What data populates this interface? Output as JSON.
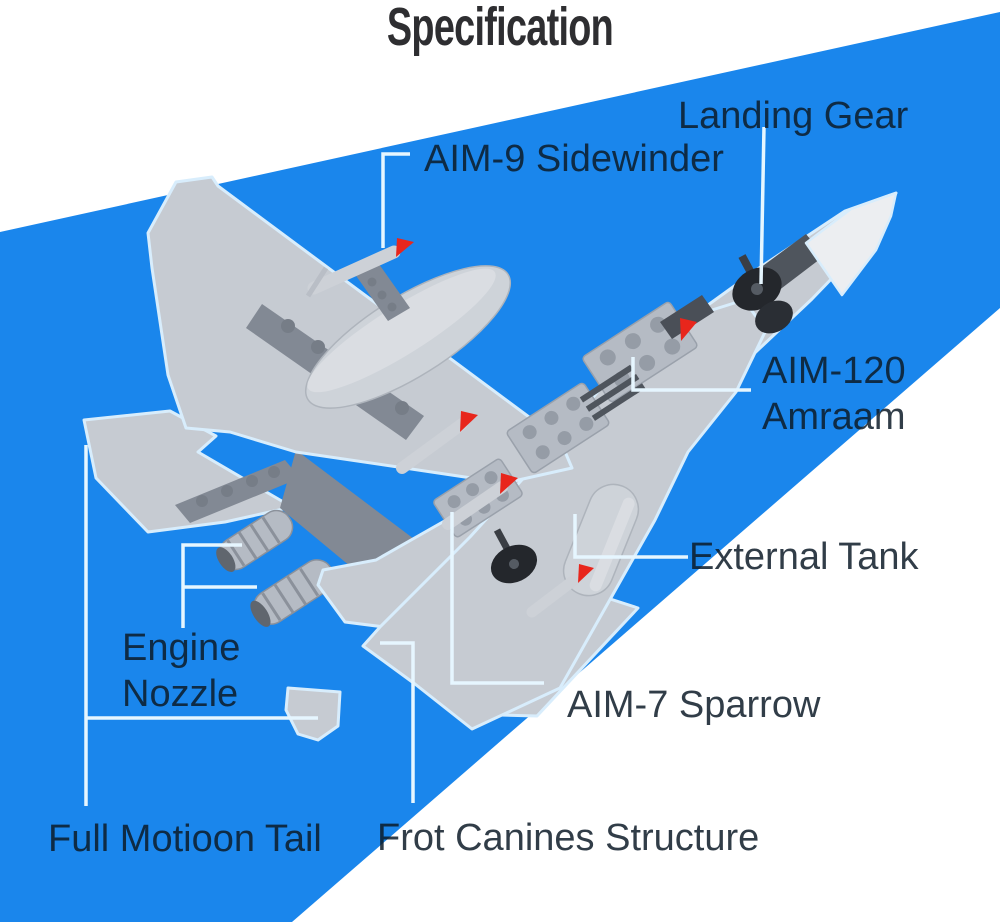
{
  "title": "Specification",
  "labels": [
    {
      "id": "landing-gear",
      "text": "Landing Gear"
    },
    {
      "id": "aim9-sidewinder",
      "text": "AIM-9 Sidewinder"
    },
    {
      "id": "aim120-amraam",
      "lines": [
        "AIM-120",
        "Amraam"
      ]
    },
    {
      "id": "external-tank",
      "text": "External Tank"
    },
    {
      "id": "aim7-sparrow",
      "text": "AIM-7 Sparrow"
    },
    {
      "id": "engine-nozzle",
      "lines": [
        "Engine",
        "Nozzle"
      ]
    },
    {
      "id": "full-motion-tail",
      "text": "Full Motioon Tail"
    },
    {
      "id": "front-canines",
      "text": "Frot Canines Structure"
    }
  ],
  "colors": {
    "background": "#ffffff",
    "band_blue": "#1a86ec",
    "callout_line": "#e6f6ff",
    "label_text": "rgba(13,27,40,0.85)",
    "title_text": "#2e2e31",
    "plane_body": "#c6cbd2",
    "plane_light": "#eceef1",
    "plane_mid": "#b5bbc4",
    "plane_dark": "#828994",
    "stud": "#959ca6",
    "missile_red": "#e8261c",
    "glow": "#d8edfc",
    "gear_black": "#24272c"
  }
}
